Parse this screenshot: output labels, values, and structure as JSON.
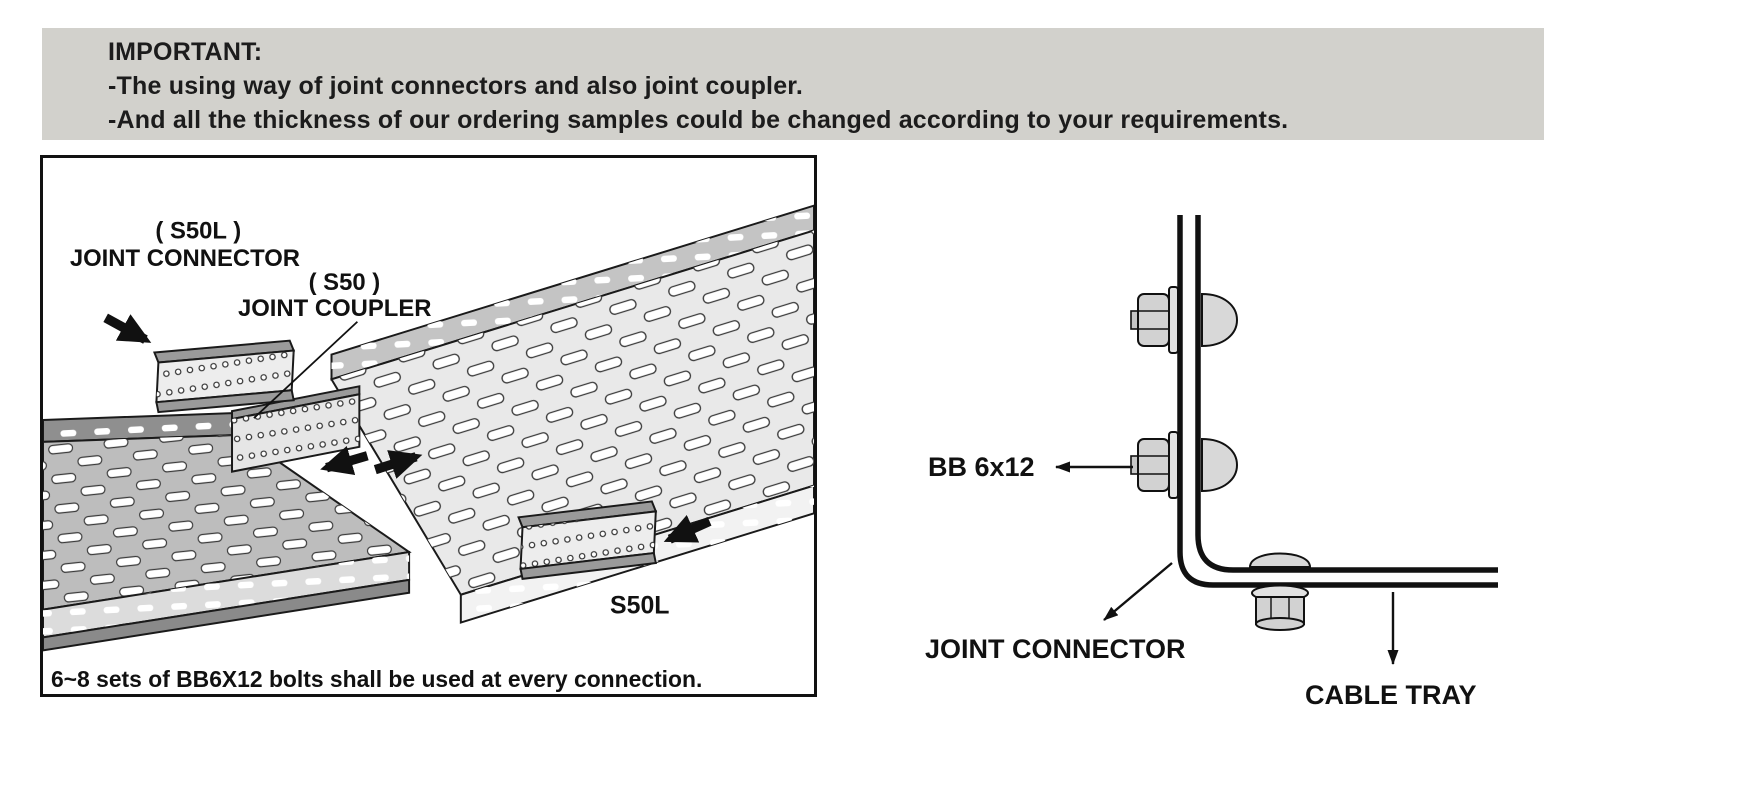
{
  "colors": {
    "banner_bg": "#d2d1cc",
    "ink": "#1a1a1a",
    "tray_light": "#e9e9e9",
    "tray_mid": "#bdbdbd",
    "tray_dark": "#8f8f8f"
  },
  "banner": {
    "title": "IMPORTANT:",
    "lines": [
      "-The using way of joint connectors and also joint coupler.",
      "-And all the thickness of our ordering samples could be changed according to your requirements."
    ]
  },
  "left_panel": {
    "labels": {
      "s50l_code": "( S50L )",
      "s50l_name": "JOINT CONNECTOR",
      "s50_code": "( S50 )",
      "s50_name": "JOINT COUPLER",
      "s50l_part": "S50L"
    },
    "caption": "6~8 sets of BB6X12 bolts shall be used at every connection."
  },
  "right_panel": {
    "labels": {
      "bolt": "BB 6x12",
      "joint_connector": "JOINT CONNECTOR",
      "cable_tray": "CABLE TRAY"
    }
  }
}
